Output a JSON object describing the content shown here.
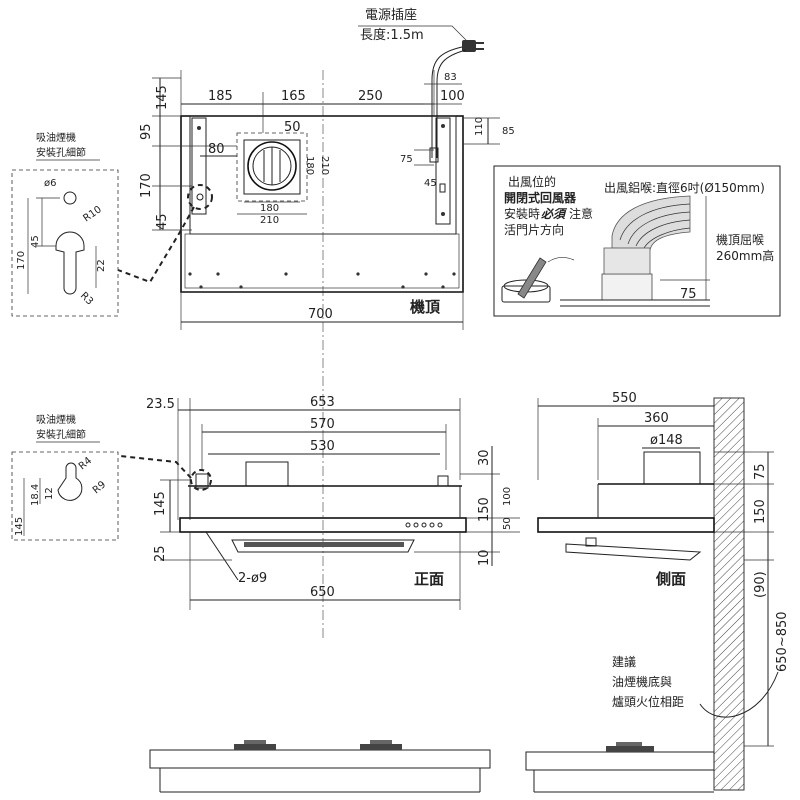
{
  "power": {
    "label": "電源插座",
    "length": "長度:1.5m"
  },
  "top_view": {
    "title": "機頂",
    "dims": {
      "d185": "185",
      "d165": "165",
      "d250": "250",
      "d145": "145",
      "d95": "95",
      "d170": "170",
      "d45": "45",
      "d80": "80",
      "d50": "50",
      "d180v": "180",
      "d210v": "210",
      "d180h": "180",
      "d210h": "210",
      "d83": "83",
      "d100": "100",
      "d110": "110",
      "d85": "85",
      "d75": "75",
      "d45s": "45",
      "d700": "700"
    },
    "hole_detail": {
      "title_line1": "吸油煙機",
      "title_line2": "安裝孔細節",
      "phi": "ø6",
      "r10": "R10",
      "r3": "R3",
      "d45": "45",
      "d170": "170",
      "d22": "22"
    }
  },
  "vent_note": {
    "line1": "出風位的",
    "line2": "開閉式回風器",
    "line3a": "安裝時",
    "line3b": "必須",
    "line3c": "注意",
    "line4": "活門片方向",
    "duct": "出風鋁喉:直徑6吋(Ø150mm)",
    "height1": "機頂屈喉",
    "height2": "260mm高",
    "d75": "75"
  },
  "front_view": {
    "title": "正面",
    "dims": {
      "d23_5": "23.5",
      "d653": "653",
      "d570": "570",
      "d530": "530",
      "d30": "30",
      "d145": "145",
      "d150": "150",
      "d100": "100",
      "d50": "50",
      "d25": "25",
      "d10": "10",
      "holes": "2-ø9",
      "d650": "650"
    },
    "hole_detail": {
      "title_line1": "吸油煙機",
      "title_line2": "安裝孔細節",
      "r4": "R4",
      "r9": "R9",
      "d18_4": "18.4",
      "d12": "12",
      "d145": "145"
    }
  },
  "side_view": {
    "title": "側面",
    "dims": {
      "d550": "550",
      "d360": "360",
      "phi148": "ø148",
      "d75": "75",
      "d150": "150",
      "d90": "(90)",
      "range": "650~850"
    }
  },
  "recommend": {
    "line1": "建議",
    "line2": "油煙機底與",
    "line3": "爐頭火位相距"
  }
}
